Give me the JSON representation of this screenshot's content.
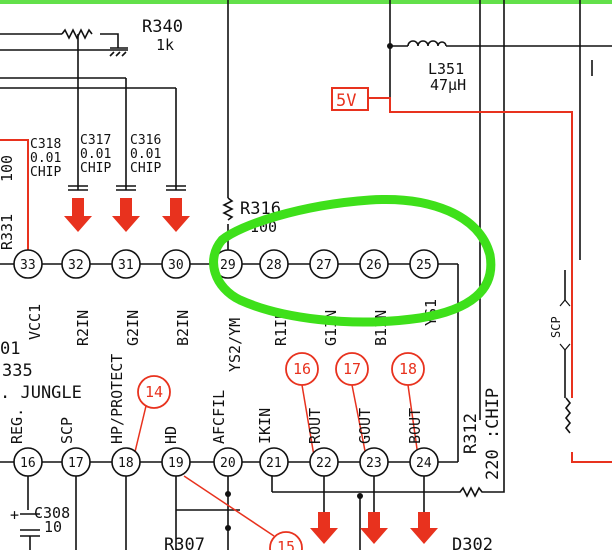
{
  "components": {
    "r340": {
      "ref": "R340",
      "value": "1k"
    },
    "l351": {
      "ref": "L351",
      "value": "47μH"
    },
    "supply": "5V",
    "c318": {
      "ref": "C318",
      "value": "0.01",
      "type": "CHIP"
    },
    "c317": {
      "ref": "C317",
      "value": "0.01",
      "type": "CHIP"
    },
    "c316": {
      "ref": "C316",
      "value": "0.01",
      "type": "CHIP"
    },
    "r316": {
      "ref": "R316",
      "value": "100"
    },
    "r331_partial": "R331",
    "r331_value_partial": "100",
    "r312": {
      "ref": "R312",
      "value": "220 :CHIP"
    },
    "c308": {
      "ref": "C308",
      "value": "10"
    },
    "r307": "R307",
    "d302": "D302",
    "scp_side": "SCP"
  },
  "ic": {
    "name_partial": "01",
    "part_partial": "335",
    "desc_partial": ". JUNGLE",
    "top_pins": [
      {
        "num": "33",
        "label": "VCC1"
      },
      {
        "num": "32",
        "label": "R2IN"
      },
      {
        "num": "31",
        "label": "G2IN"
      },
      {
        "num": "30",
        "label": "B2IN"
      },
      {
        "num": "29",
        "label": "YS2/YM"
      },
      {
        "num": "28",
        "label": "R1IN"
      },
      {
        "num": "27",
        "label": "G1IN"
      },
      {
        "num": "26",
        "label": "B1IN"
      },
      {
        "num": "25",
        "label": "YS1"
      }
    ],
    "bottom_pins": [
      {
        "num": "16",
        "label": "REG."
      },
      {
        "num": "17",
        "label": "SCP"
      },
      {
        "num": "18",
        "label": "HP/PROTECT"
      },
      {
        "num": "19",
        "label": "HD"
      },
      {
        "num": "20",
        "label": "AFCFIL"
      },
      {
        "num": "21",
        "label": "IKIN"
      },
      {
        "num": "22",
        "label": "ROUT"
      },
      {
        "num": "23",
        "label": "GOUT"
      },
      {
        "num": "24",
        "label": "BOUT"
      }
    ]
  },
  "arrows_in": [
    "R",
    "G",
    "B"
  ],
  "arrows_out": [
    "R",
    "G",
    "B"
  ],
  "callouts": [
    "14",
    "16",
    "17",
    "18",
    "15"
  ],
  "colors": {
    "signal": "#e8321e",
    "highlight": "#3ee01a",
    "line": "#111111"
  }
}
